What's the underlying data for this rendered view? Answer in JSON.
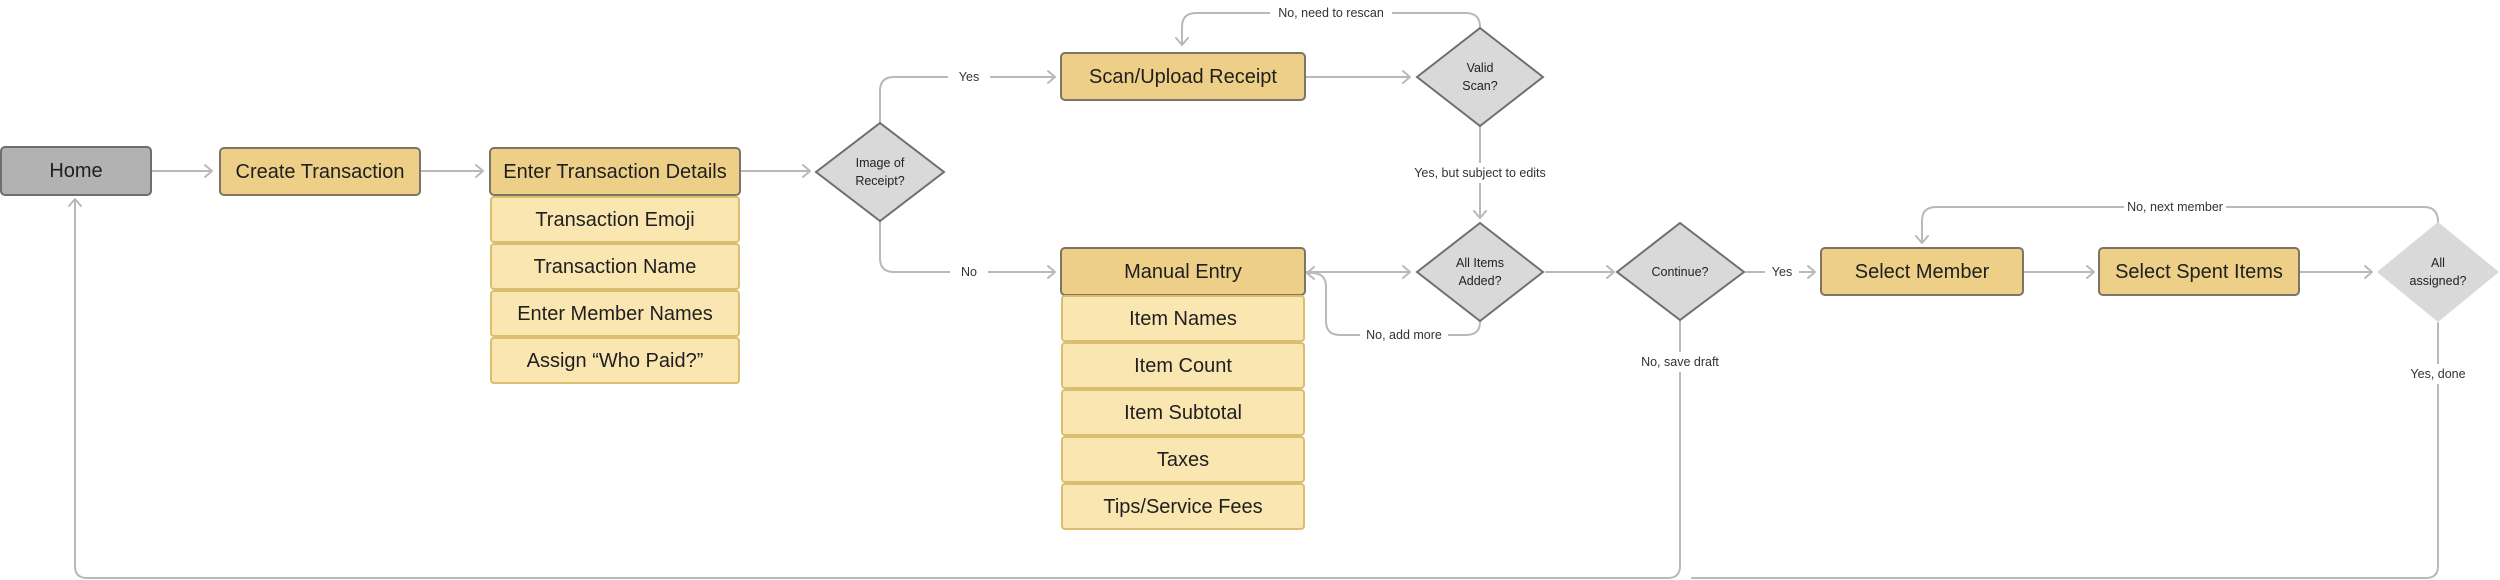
{
  "colors": {
    "home_fill": "#b2b2b2",
    "home_stroke": "#6e6e6e",
    "primary_fill": "#edcf87",
    "primary_stroke": "#7c7566",
    "sub_fill": "#f9e6b1",
    "sub_stroke": "#dcbf6e",
    "decision_fill": "#d9d9d9",
    "decision_stroke": "#6f6f6f",
    "edge": "#b9b9b9"
  },
  "nodes": {
    "home": "Home",
    "create_transaction": "Create Transaction",
    "enter_transaction_details": "Enter Transaction Details",
    "transaction_emoji": "Transaction Emoji",
    "transaction_name": "Transaction Name",
    "enter_member_names": "Enter Member Names",
    "assign_who_paid": "Assign “Who Paid?”",
    "scan_upload_receipt": "Scan/Upload Receipt",
    "manual_entry": "Manual Entry",
    "item_names": "Item Names",
    "item_count": "Item Count",
    "item_subtotal": "Item Subtotal",
    "taxes": "Taxes",
    "tips_service_fees": "Tips/Service Fees",
    "select_member": "Select Member",
    "select_spent_items": "Select Spent Items"
  },
  "decisions": {
    "image_of_receipt": [
      "Image of",
      "Receipt?"
    ],
    "valid_scan": [
      "Valid",
      "Scan?"
    ],
    "all_items_added": [
      "All Items",
      "Added?"
    ],
    "continue": [
      "Continue?"
    ],
    "all_assigned": [
      "All",
      "assigned?"
    ]
  },
  "edge_labels": {
    "yes_scan": "Yes",
    "no_manual": "No",
    "no_need_to_rescan": "No, need to rescan",
    "yes_subject_to_edits": "Yes, but subject to edits",
    "no_add_more": "No, add more",
    "yes_continue": "Yes",
    "no_save_draft": "No, save draft",
    "no_next_member": "No, next member",
    "yes_done": "Yes, done"
  }
}
